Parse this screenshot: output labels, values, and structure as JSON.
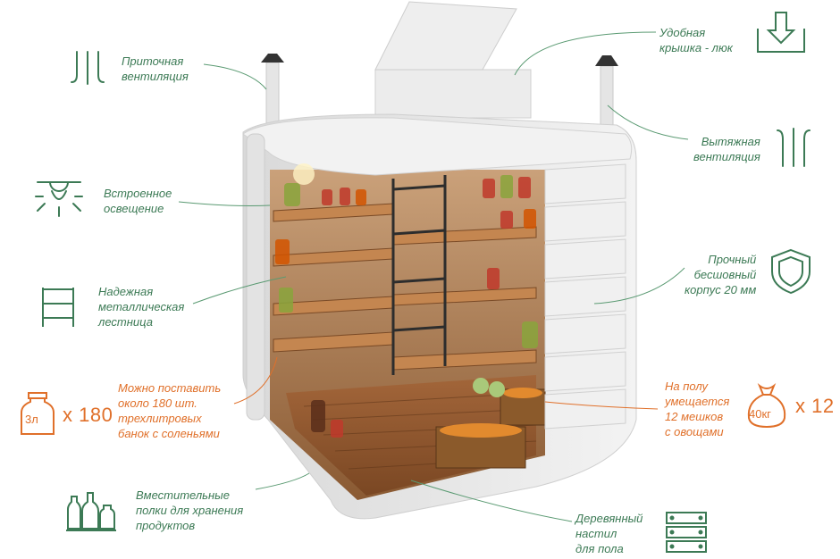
{
  "labels": {
    "supply_vent": [
      "Приточная",
      "вентиляция"
    ],
    "hatch": [
      "Удобная",
      "крышка - люк"
    ],
    "exhaust_vent": [
      "Вытяжная",
      "вентиляция"
    ],
    "lighting": [
      "Встроенное",
      "освещение"
    ],
    "body": [
      "Прочный",
      "бесшовный",
      "корпус 20 мм"
    ],
    "ladder": [
      "Надежная",
      "металлическая",
      "лестница"
    ],
    "jars": [
      "Можно поставить",
      "около 180 шт.",
      "трехлитровых",
      "банок с соленьями"
    ],
    "sacks": [
      "На полу",
      "умещается",
      "12 мешков",
      "с овощами"
    ],
    "shelves": [
      "Вместительные",
      "полки для хранения",
      "продуктов"
    ],
    "floor": [
      "Деревянный",
      "настил",
      "для пола"
    ]
  },
  "counters": {
    "jars_count": "x 180",
    "jar_volume": "3л",
    "sacks_count": "x 12",
    "sack_weight": "40кг"
  },
  "colors": {
    "green": "#3c7a55",
    "orange": "#e0702a",
    "wood": "#b0733d",
    "body": "#e9e9e9"
  },
  "icons": [
    "vent-in-icon",
    "hatch-arrow-icon",
    "vent-out-icon",
    "lamp-icon",
    "shield-icon",
    "ladder-icon",
    "jar-icon",
    "sack-icon",
    "bottles-icon",
    "floor-boards-icon"
  ]
}
